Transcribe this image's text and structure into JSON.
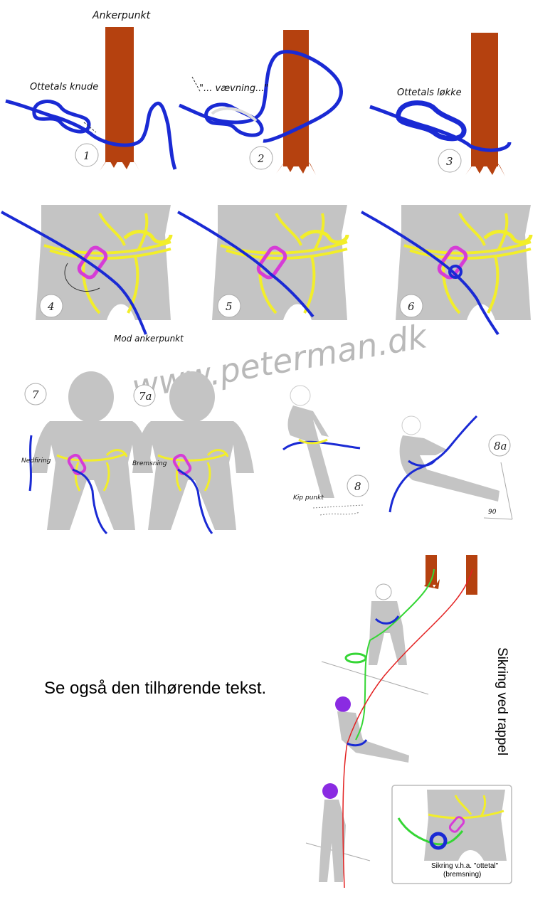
{
  "labels": {
    "ankerpunkt": "Ankerpunkt",
    "ottetals_knude": "Ottetals knude",
    "vaevning": "\"... vævning...\"",
    "ottetals_loekke": "Ottetals løkke",
    "mod_ankerpunkt": "Mod ankerpunkt",
    "nedfiring": "Nedfiring",
    "bremsning": "Bremsning",
    "kip_punkt": "Kip punkt",
    "angle_90": "90"
  },
  "steps": [
    "1",
    "2",
    "3",
    "4",
    "5",
    "6",
    "7",
    "7a",
    "8",
    "8a"
  ],
  "watermark": "www.peterman.dk",
  "note": "Se også den tilhørende tekst.",
  "side_title": "Sikring ved rappel",
  "inset_caption": {
    "line1": "Sikring v.h.a. \"ottetal\"",
    "line2": "(bremsning)"
  },
  "colors": {
    "tree": "#b5410f",
    "rope_blue": "#1a2ad4",
    "harness_yellow": "#f2ee2a",
    "carabiner_magenta": "#d63cd6",
    "body_gray": "#c4c4c4",
    "rope_red": "#e32020",
    "rope_green": "#35d635",
    "helmet_purple": "#8a2be2"
  }
}
